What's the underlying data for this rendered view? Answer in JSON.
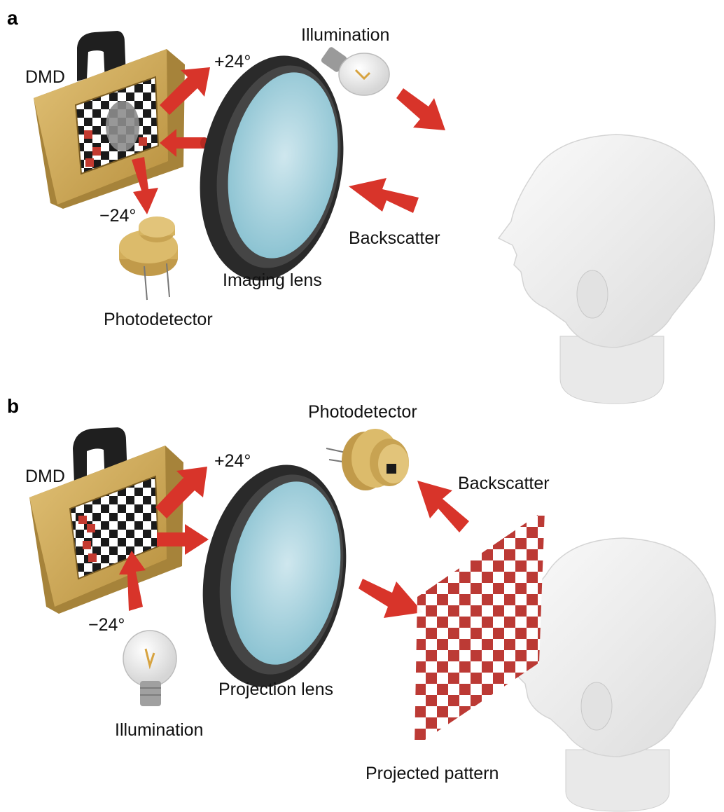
{
  "panel_a": {
    "letter": "a",
    "dmd": "DMD",
    "plus_angle": "+24°",
    "minus_angle": "−24°",
    "illumination": "Illumination",
    "backscatter": "Backscatter",
    "imaging_lens": "Imaging lens",
    "photodetector": "Photodetector"
  },
  "panel_b": {
    "letter": "b",
    "dmd": "DMD",
    "plus_angle": "+24°",
    "minus_angle": "−24°",
    "photodetector": "Photodetector",
    "backscatter": "Backscatter",
    "projection_lens": "Projection lens",
    "illumination": "Illumination",
    "projected_pattern": "Projected pattern"
  },
  "colors": {
    "arrow": "#d8342a",
    "dmd_frame": "#d2ad5a",
    "lens_ring": "#2e2e2e",
    "lens_glass": "#a8d2de",
    "head": "#f0f0f0",
    "pattern": "#b8302a"
  }
}
